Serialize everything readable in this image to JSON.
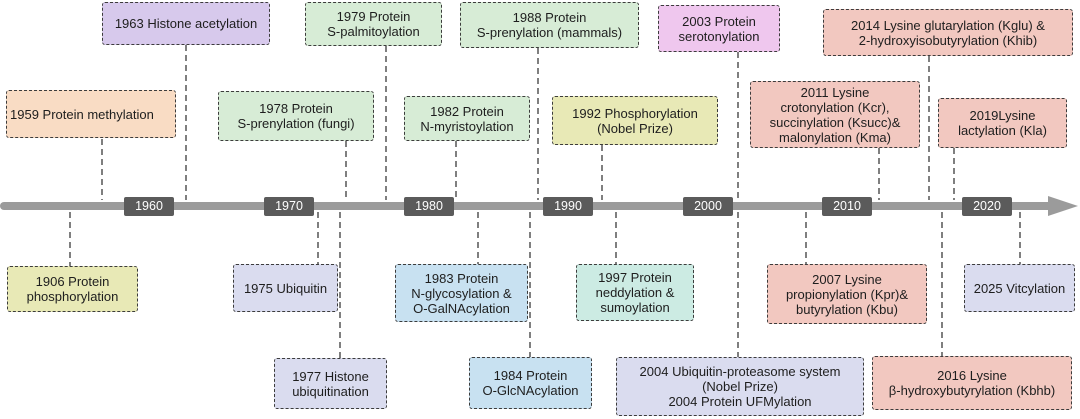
{
  "timeline": {
    "decades": [
      "1960",
      "1970",
      "1980",
      "1990",
      "2000",
      "2010",
      "2020"
    ],
    "colors": {
      "axis": "#9b9b9b",
      "tick": "#5b5b5b",
      "connector": "#555555"
    }
  },
  "events": {
    "e1959": {
      "text": "1959 Protein methylation",
      "color": "#f9dcc4"
    },
    "e1963": {
      "text": "1963 Histone acetylation",
      "color": "#d7c9ec"
    },
    "e1978": {
      "text": "1978 Protein\nS-prenylation (fungi)",
      "color": "#d7ecd6"
    },
    "e1979": {
      "text": "1979  Protein\nS-palmitoylation",
      "color": "#d7ecd6"
    },
    "e1982": {
      "text": "1982 Protein\nN-myristoylation",
      "color": "#d7ecd6"
    },
    "e1988": {
      "text": "1988 Protein\nS-prenylation (mammals)",
      "color": "#d7ecd6"
    },
    "e1992": {
      "text": "1992  Phosphorylation\n(Nobel Prize)",
      "color": "#e8e9b6"
    },
    "e2003": {
      "text": "2003  Protein\nserotonylation",
      "color": "#efc7ee"
    },
    "e2011": {
      "text": "2011 Lysine\ncrotonylation (Kcr),\nsuccinylation (Ksucc)&\nmalonylation (Kma)",
      "color": "#f2c8c0"
    },
    "e2014": {
      "text": "2014  Lysine glutarylation (Kglu) &\n2-hydroxyisobutyrylation (Khib)",
      "color": "#f2c8c0"
    },
    "e2019": {
      "text": "2019Lysine\nlactylation (Kla)",
      "color": "#f2c8c0"
    },
    "e1906": {
      "text": "1906  Protein\nphosphorylation",
      "color": "#e8e9b6"
    },
    "e1975": {
      "text": "1975 Ubiquitin",
      "color": "#dadcef"
    },
    "e1977": {
      "text": "1977 Histone\nubiquitination",
      "color": "#dadcef"
    },
    "e1983": {
      "text": "1983 Protein\nN-glycosylation &\nO-GalNAcylation",
      "color": "#c8e1f1"
    },
    "e1984": {
      "text": "1984  Protein\nO-GlcNAcylation",
      "color": "#c8e1f1"
    },
    "e1997": {
      "text": "1997  Protein\nneddylation &\nsumoylation",
      "color": "#ccebe3"
    },
    "e2004": {
      "text": "2004 Ubiquitin-proteasome system\n(Nobel Prize)\n2004 Protein UFMylation",
      "color": "#dadcef"
    },
    "e2007": {
      "text": "2007  Lysine\npropionylation (Kpr)&\nbutyrylation (Kbu)",
      "color": "#f2c8c0"
    },
    "e2016": {
      "text": "2016  Lysine\nβ-hydroxybutyrylation (Kbhb)",
      "color": "#f2c8c0"
    },
    "e2025": {
      "text": "2025 Vitcylation",
      "color": "#dadcef"
    }
  }
}
